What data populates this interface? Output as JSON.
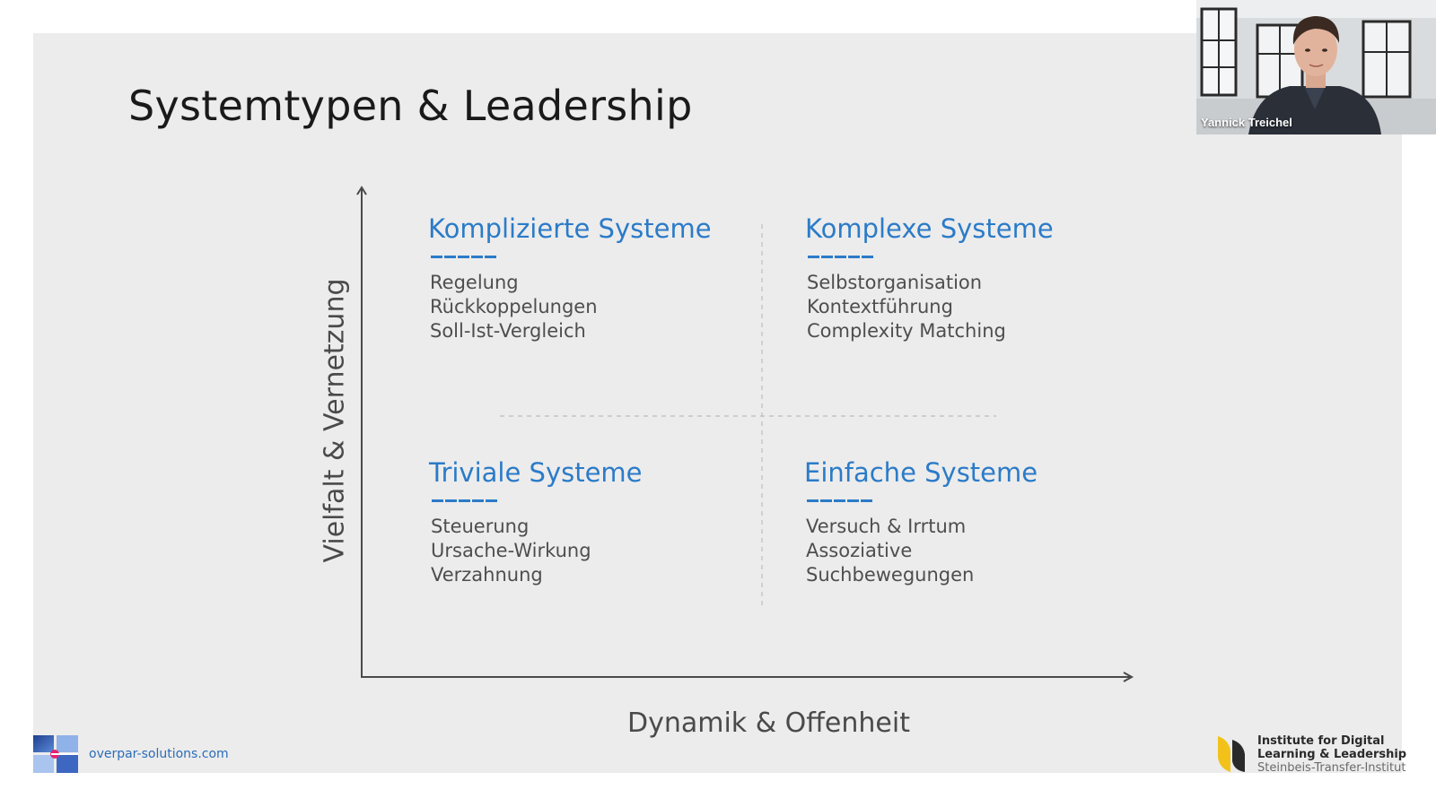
{
  "slide": {
    "title": "Systemtypen & Leadership",
    "y_axis_label": "Vielfalt & Vernetzung",
    "x_axis_label": "Dynamik & Offenheit",
    "quadrants": {
      "top_left": {
        "title": "Komplizierte Systeme",
        "items": [
          "Regelung",
          "Rückkoppelungen",
          "Soll-Ist-Vergleich"
        ]
      },
      "top_right": {
        "title": "Komplexe Systeme",
        "items": [
          "Selbstorganisation",
          "Kontextführung",
          "Complexity Matching"
        ]
      },
      "bottom_left": {
        "title": "Triviale Systeme",
        "items": [
          "Steuerung",
          "Ursache-Wirkung",
          "Verzahnung"
        ]
      },
      "bottom_right": {
        "title": "Einfache Systeme",
        "items": [
          "Versuch & Irrtum",
          "Assoziative",
          "Suchbewegungen"
        ]
      }
    },
    "footer": {
      "website": "overpar-solutions.com",
      "institute_line1": "Institute for Digital",
      "institute_line2": "Learning & Leadership",
      "institute_line3": "Steinbeis-Transfer-Institut"
    }
  },
  "video": {
    "participant_name": "Yannick Treichel"
  },
  "colors": {
    "accent_blue": "#2b7bc8",
    "slide_background": "#ececec",
    "text_dark": "#1a1a1a",
    "text_gray": "#4e4e4e"
  }
}
